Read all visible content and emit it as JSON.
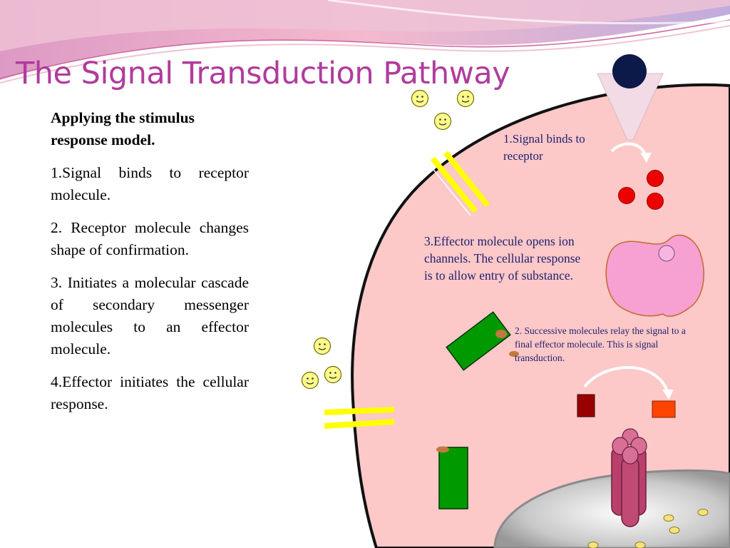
{
  "slide": {
    "title": "The Signal Transduction Pathway"
  },
  "steps_text": {
    "heading": "Applying the stimulus response model.",
    "items": [
      "1.Signal binds to receptor molecule.",
      "2. Receptor molecule changes shape of confirmation.",
      "3. Initiates a molecular cascade of secondary messenger molecules to an effector molecule.",
      "4.Effector initiates the cellular response."
    ]
  },
  "diagram": {
    "labels": {
      "signal_binds": "1.Signal binds to receptor",
      "effector": "3.Effector molecule opens ion channels. The cellular response is to allow entry of substance.",
      "relay": "2. Successive molecules relay the signal to a final  effector molecule. This is signal transduction."
    }
  },
  "colors": {
    "title": "#b03c9c",
    "cell_fill": "#fcc8c8",
    "membrane_protein": "#ffff00",
    "label_text": "#1f1f6e",
    "messenger_red": "#ee0000",
    "effector_pink": "#f7a0d2",
    "green_molecule": "#009900",
    "nucleus_gray": "#b0b0b0",
    "channel_protein": "#b8406a"
  }
}
